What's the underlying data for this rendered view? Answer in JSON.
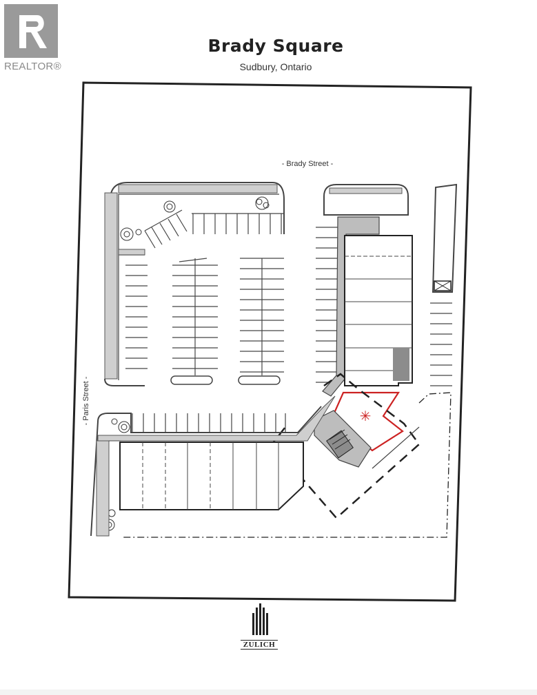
{
  "logo": {
    "text": "REALTOR®",
    "icon": "realtor-logo-icon"
  },
  "header": {
    "title": "Brady Square",
    "subtitle": "Sudbury, Ontario"
  },
  "streets": {
    "north": "- Brady Street -",
    "west": "- Paris Street -"
  },
  "highlight": {
    "color": "#cc2222",
    "marker": "✳"
  },
  "brand": {
    "text": "ZULICH",
    "icon": "zulich-building-logo-icon"
  }
}
